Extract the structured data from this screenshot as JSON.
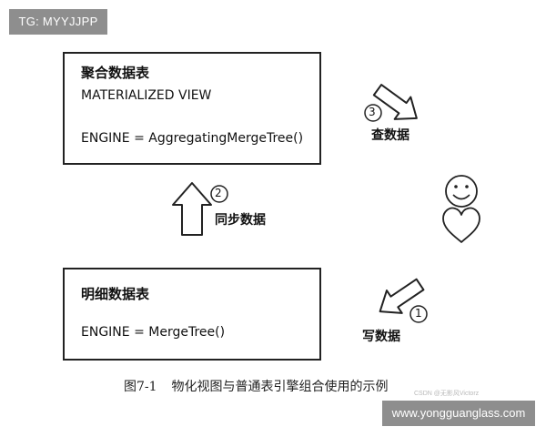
{
  "corner_tag": "TG: MYYJJPP",
  "top_box": {
    "title": "聚合数据表",
    "subtitle": "MATERIALIZED VIEW",
    "engine": "ENGINE = AggregatingMergeTree()"
  },
  "bottom_box": {
    "title": "明细数据表",
    "engine": "ENGINE = MergeTree()"
  },
  "steps": [
    {
      "number": "1",
      "label": "写数据"
    },
    {
      "number": "2",
      "label": "同步数据"
    },
    {
      "number": "3",
      "label": "查数据"
    }
  ],
  "caption": {
    "figure": "图7-1",
    "text": "物化视图与普通表引擎组合使用的示例"
  },
  "watermark": "CSDN @无影风Victorz",
  "url_banner": "www.yongguanglass.com",
  "icons": {
    "user": "smiley-face-icon",
    "heart": "heart-icon"
  },
  "colors": {
    "banner_bg": "#8e8e8e",
    "stroke": "#222222"
  }
}
